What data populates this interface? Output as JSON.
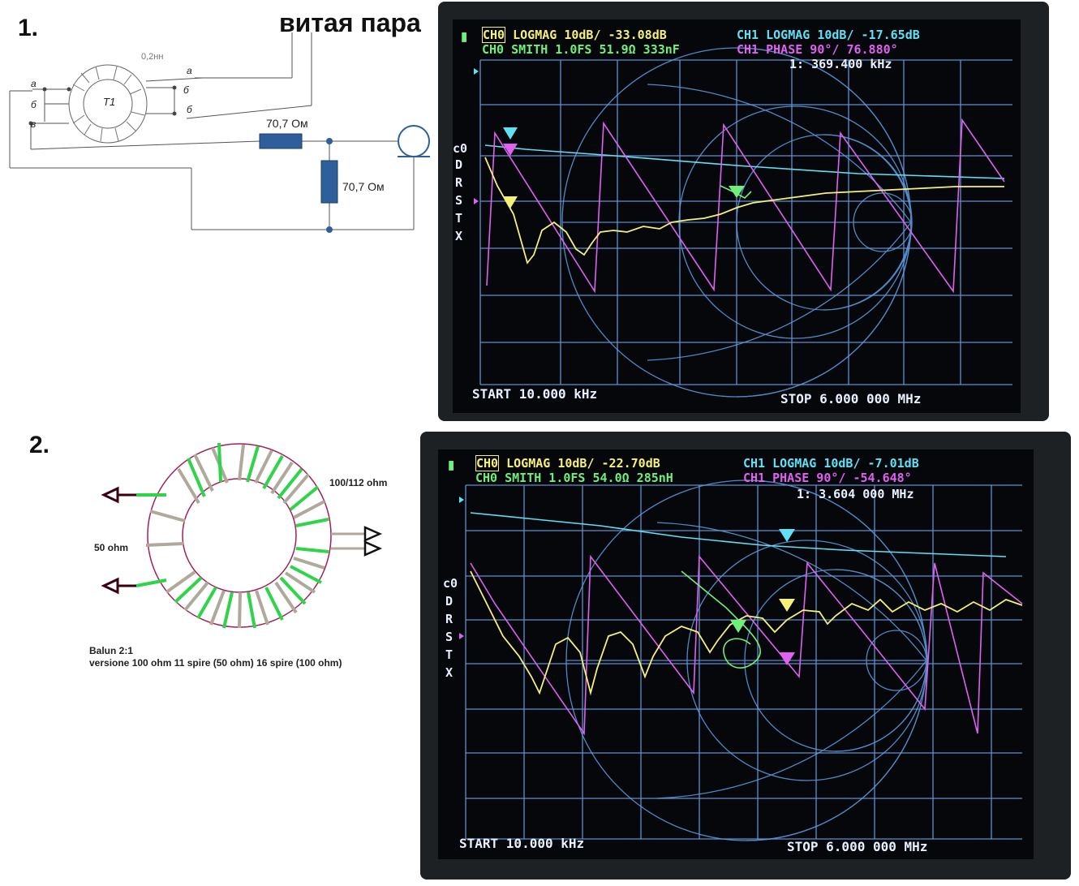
{
  "fig1": {
    "number": "1.",
    "caption": "витая пара",
    "transformer": {
      "label": "T1",
      "top_label": "0,2нн",
      "left_terms": [
        "а",
        "б",
        "в"
      ],
      "right_terms": [
        "а",
        "б",
        "б"
      ]
    },
    "resistor_series": "70,7 Ом",
    "resistor_shunt": "70,7 Ом",
    "vna": {
      "battery": "▮",
      "ch0_logmag_tag": "CH0",
      "ch0_logmag_rest": "LOGMAG 10dB/ -33.08dB",
      "ch0_smith": "CH0 SMITH 1.0FS  51.9Ω 333nF",
      "ch1_logmag": "CH1 LOGMAG 10dB/ -17.65dB",
      "ch1_phase": "CH1 PHASE 90°/   76.880°",
      "marker": "1: 369.400 kHz",
      "side_labels": [
        "c0",
        "D",
        "R",
        "S",
        "T",
        "X"
      ],
      "start": "START 10.000 kHz",
      "stop": "STOP 6.000 000 MHz"
    }
  },
  "fig2": {
    "number": "2.",
    "label_high": "100/112 ohm",
    "label_low": "50 ohm",
    "title": "Balun 2:1",
    "subtitle": "versione 100 ohm  11 spire (50 ohm) 16 spire (100 ohm)",
    "vna": {
      "battery": "▮",
      "ch0_logmag_tag": "CH0",
      "ch0_logmag_rest": "LOGMAG 10dB/ -22.70dB",
      "ch0_smith": "CH0 SMITH 1.0FS  54.0Ω 285nH",
      "ch1_logmag": "CH1 LOGMAG 10dB/ -7.01dB",
      "ch1_phase": "CH1 PHASE 90°/   -54.648°",
      "marker": "1: 3.604 000 MHz",
      "side_labels": [
        "c0",
        "D",
        "R",
        "S",
        "T",
        "X"
      ],
      "start": "START 10.000 kHz",
      "stop": "STOP 6.000 000 MHz"
    }
  },
  "colors": {
    "ch0_logmag": "#f5f07a",
    "ch0_smith": "#6ff07a",
    "ch1_logmag": "#5fe0f5",
    "ch1_phase": "#e060f0",
    "grid": "#6fa8f0",
    "resistor": "#2f5f9a"
  }
}
